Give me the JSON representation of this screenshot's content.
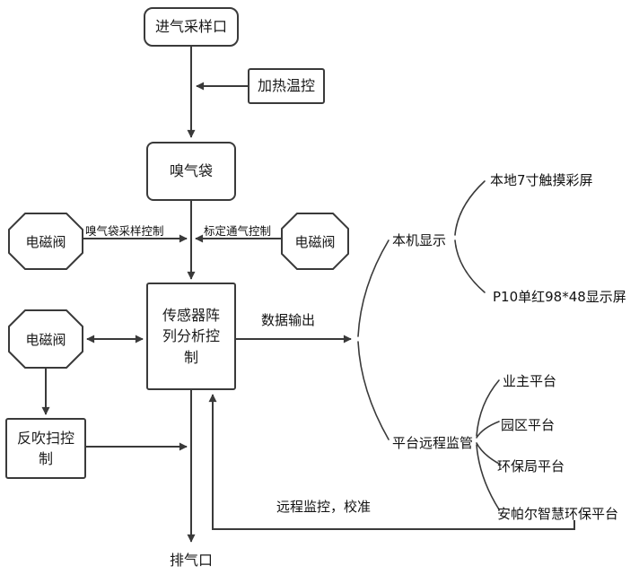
{
  "diagram": {
    "nodes": {
      "intake": "进气采样口",
      "heater": "加热温控",
      "gas_bag": "嗅气袋",
      "valve": "电磁阀",
      "sensor_array": "传感器阵列分析控制",
      "backflush": "反吹扫控制",
      "exhaust": "排气口"
    },
    "edge_labels": {
      "bag_sampling": "嗅气袋采样控制",
      "calibration_vent": "标定通气控制",
      "data_output": "数据输出",
      "remote_monitor": "远程监控，校准"
    },
    "branches": {
      "local_display": {
        "label": "本机显示",
        "items": [
          "本地7寸触摸彩屏",
          "P10单红98*48显示屏"
        ]
      },
      "remote_platform": {
        "label": "平台远程监管",
        "items": [
          "业主平台",
          "园区平台",
          "环保局平台",
          "安帕尔智慧环保平台"
        ]
      }
    },
    "colors": {
      "line": "#3a3a3a",
      "background": "#ffffff"
    }
  }
}
